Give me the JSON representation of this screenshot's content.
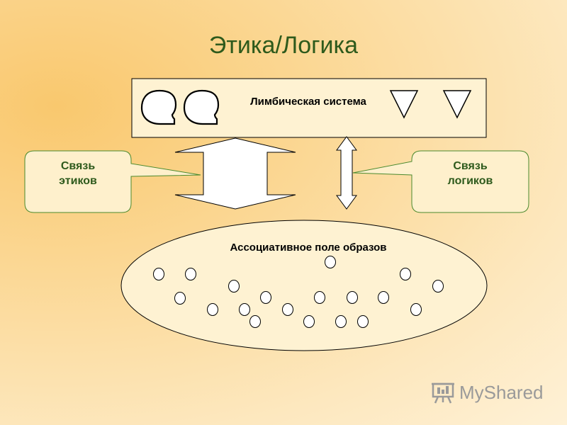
{
  "title": "Этика/Логика",
  "limbic_label": "Лимбическая система",
  "ethics_callout": [
    "Связь",
    "этиков"
  ],
  "logic_callout": [
    "Связь",
    "логиков"
  ],
  "field_label": "Ассоциативное поле образов",
  "watermark": "MyShared",
  "colors": {
    "title": "#2e5a1c",
    "callout_border": "#4b8a2e"
  },
  "icons": [
    "quote-bubble-icon",
    "quote-bubble-icon",
    "triangle-down-icon",
    "triangle-down-icon"
  ]
}
